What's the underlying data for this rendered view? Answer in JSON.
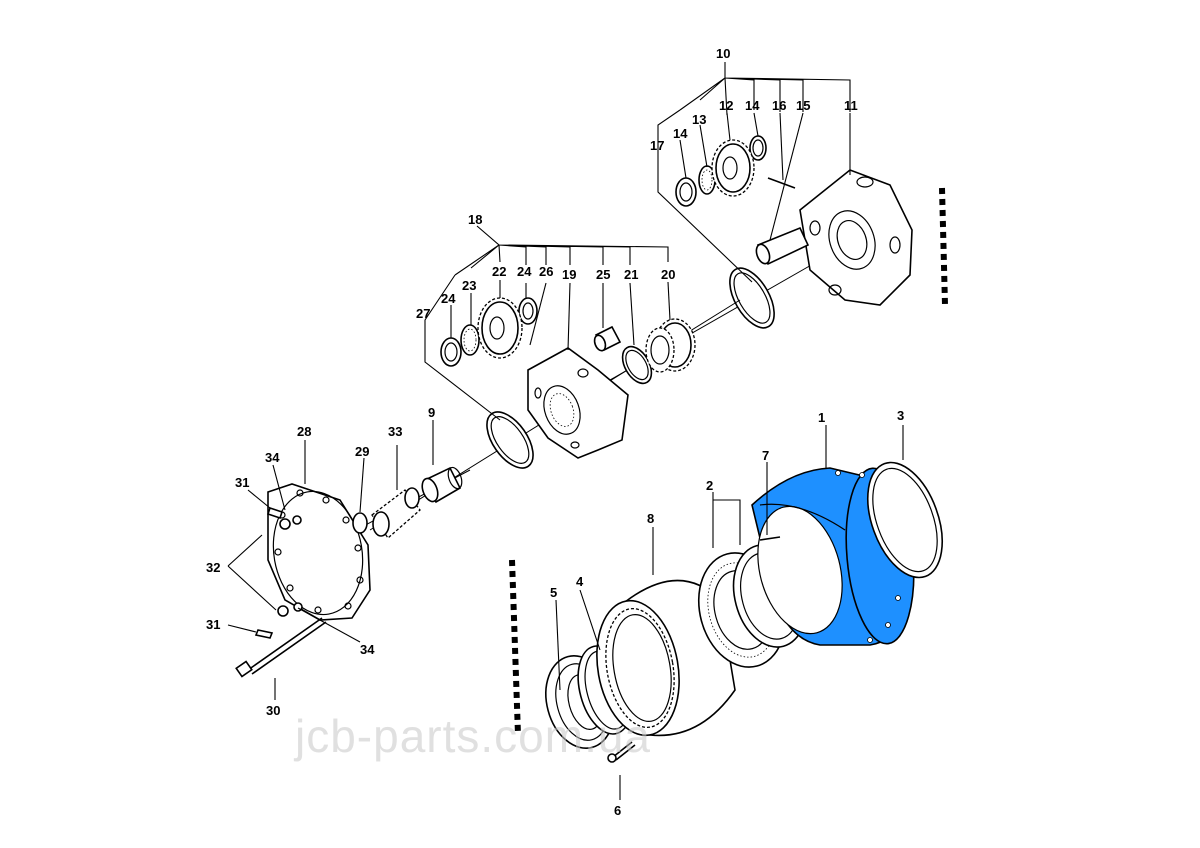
{
  "diagram": {
    "labels": [
      "1",
      "2",
      "3",
      "4",
      "5",
      "6",
      "7",
      "8",
      "9",
      "10",
      "11",
      "12",
      "13",
      "14",
      "14",
      "15",
      "16",
      "17",
      "18",
      "19",
      "20",
      "21",
      "22",
      "23",
      "24",
      "24",
      "25",
      "26",
      "27",
      "28",
      "29",
      "30",
      "31",
      "31",
      "32",
      "33",
      "34",
      "34"
    ]
  },
  "watermark": "jcb-parts.com.ua",
  "colors": {
    "highlight": "#1E90FF",
    "line": "#000000",
    "background": "#FFFFFF",
    "watermark": "#C8C8C8"
  }
}
